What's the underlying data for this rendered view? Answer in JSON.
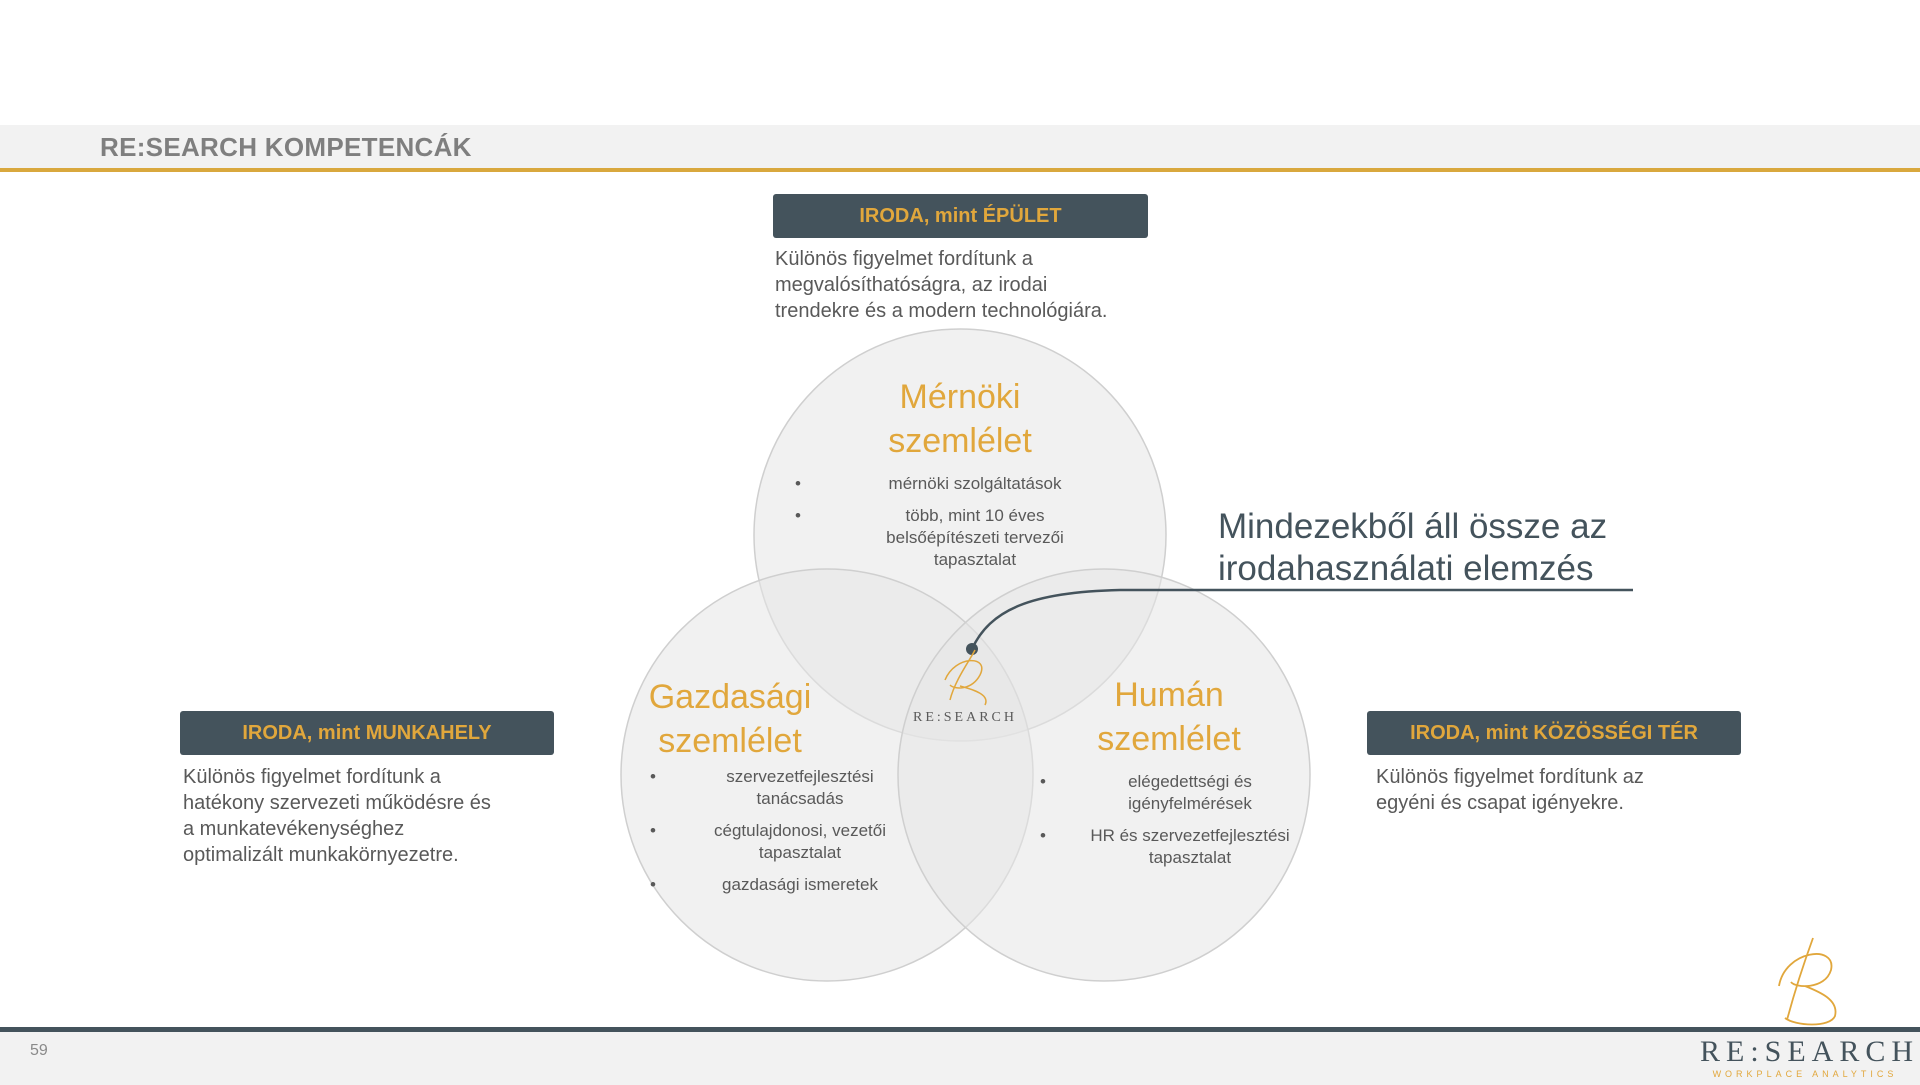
{
  "header": {
    "title": "RE:SEARCH KOMPETENCÁK"
  },
  "boxes": {
    "top": {
      "label": "IRODA, mint ÉPÜLET",
      "text": [
        "Különös figyelmet fordítunk a",
        "megvalósíthatóságra, az irodai",
        "trendekre és a modern technológiára."
      ]
    },
    "left": {
      "label": "IRODA, mint MUNKAHELY",
      "text": [
        "Különös figyelmet fordítunk a",
        "hatékony szervezeti működésre és",
        "a munkatevékenységhez",
        "optimalizált munkakörnyezetre."
      ]
    },
    "right": {
      "label": "IRODA, mint KÖZÖSSÉGI TÉR",
      "text": [
        "Különös figyelmet fordítunk az",
        "egyéni és csapat igényekre."
      ]
    }
  },
  "circles": {
    "top": {
      "title": [
        "Mérnöki",
        "szemlélet"
      ],
      "bullets": [
        "mérnöki szolgáltatások",
        "több, mint 10 éves belsőépítészeti tervezői tapasztalat"
      ]
    },
    "left": {
      "title": [
        "Gazdasági",
        "szemlélet"
      ],
      "bullets": [
        "szervezetfejlesztési tanácsadás",
        "cégtulajdonosi, vezetői tapasztalat",
        "gazdasági ismeretek"
      ]
    },
    "right": {
      "title": [
        "Humán",
        "szemlélet"
      ],
      "bullets": [
        "elégedettségi és igényfelmérések",
        "HR és szervezetfejlesztési tapasztalat"
      ]
    }
  },
  "callout": {
    "lines": [
      "Mindezekből áll össze az",
      "irodahasználati elemzés"
    ]
  },
  "center_logo": {
    "text": "RE:SEARCH"
  },
  "footer": {
    "page_number": "59",
    "brand": "RE:SEARCH",
    "brand_sub": "WORKPLACE ANALYTICS"
  },
  "colors": {
    "accent": "#e1a73c",
    "dark": "#44535c",
    "circle_fill": "#e8e8e8"
  }
}
